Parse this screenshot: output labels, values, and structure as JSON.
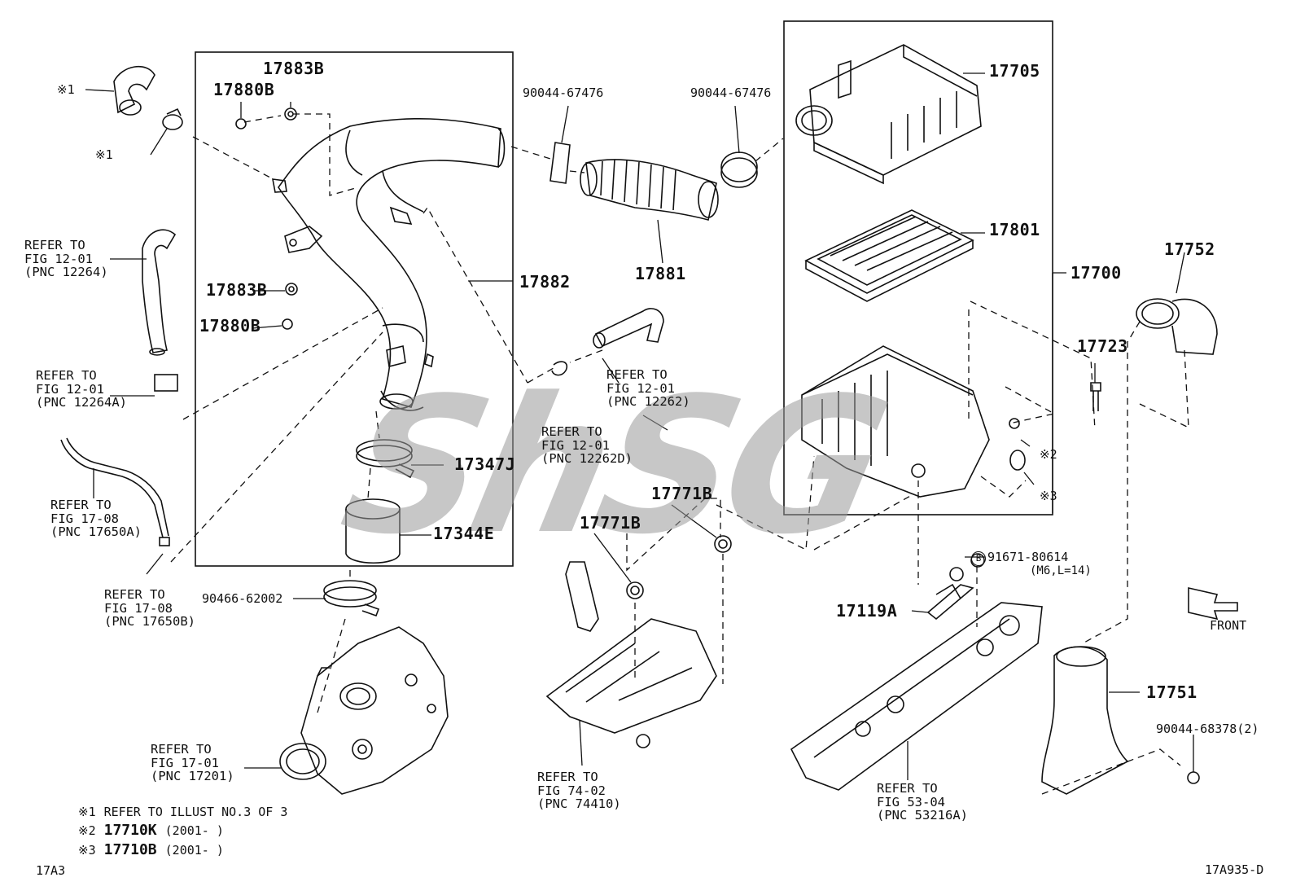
{
  "watermark": "ShSG",
  "labels": {
    "p17883B_top": "17883B",
    "p17880B_top": "17880B",
    "p90044_67476_a": "90044-67476",
    "p90044_67476_b": "90044-67476",
    "p17705": "17705",
    "p17801": "17801",
    "p17700": "17700",
    "p17752": "17752",
    "p17723": "17723",
    "p17881": "17881",
    "p17882": "17882",
    "p17883B_mid": "17883B",
    "p17880B_mid": "17880B",
    "p17347J": "17347J",
    "p17344E": "17344E",
    "p90466_62002": "90466-62002",
    "p17771B_a": "17771B",
    "p17771B_b": "17771B",
    "p91671_80614": "91671-80614",
    "p91671_spec": "(M6,L=14)",
    "p17119A": "17119A",
    "p17751": "17751",
    "p90044_68378": "90044-68378(2)",
    "mark1_top": "※1",
    "mark1_bottom": "※1",
    "mark2": "※2",
    "mark3": "※3",
    "bolt_b": "B",
    "front": "FRONT",
    "fig_id": "17A935-D",
    "page_id": "17A3"
  },
  "refs": {
    "r12264": [
      "REFER TO",
      "FIG 12-01",
      "(PNC 12264)"
    ],
    "r12264A": [
      "REFER TO",
      "FIG 12-01",
      "(PNC 12264A)"
    ],
    "r17650A": [
      "REFER TO",
      "FIG 17-08",
      "(PNC 17650A)"
    ],
    "r17650B": [
      "REFER TO",
      "FIG 17-08",
      "(PNC 17650B)"
    ],
    "r17201": [
      "REFER TO",
      "FIG 17-01",
      "(PNC 17201)"
    ],
    "r12262": [
      "REFER TO",
      "FIG 12-01",
      "(PNC 12262)"
    ],
    "r12262D": [
      "REFER TO",
      "FIG 12-01",
      "(PNC 12262D)"
    ],
    "r74410": [
      "REFER TO",
      "FIG 74-02",
      "(PNC 74410)"
    ],
    "r53216A": [
      "REFER TO",
      "FIG 53-04",
      "(PNC 53216A)"
    ]
  },
  "notes": [
    {
      "mark": "※1",
      "code": "",
      "text": "REFER TO ILLUST NO.3 OF 3"
    },
    {
      "mark": "※2",
      "code": "17710K",
      "text": "(2001-    )"
    },
    {
      "mark": "※3",
      "code": "17710B",
      "text": "(2001-    )"
    }
  ]
}
